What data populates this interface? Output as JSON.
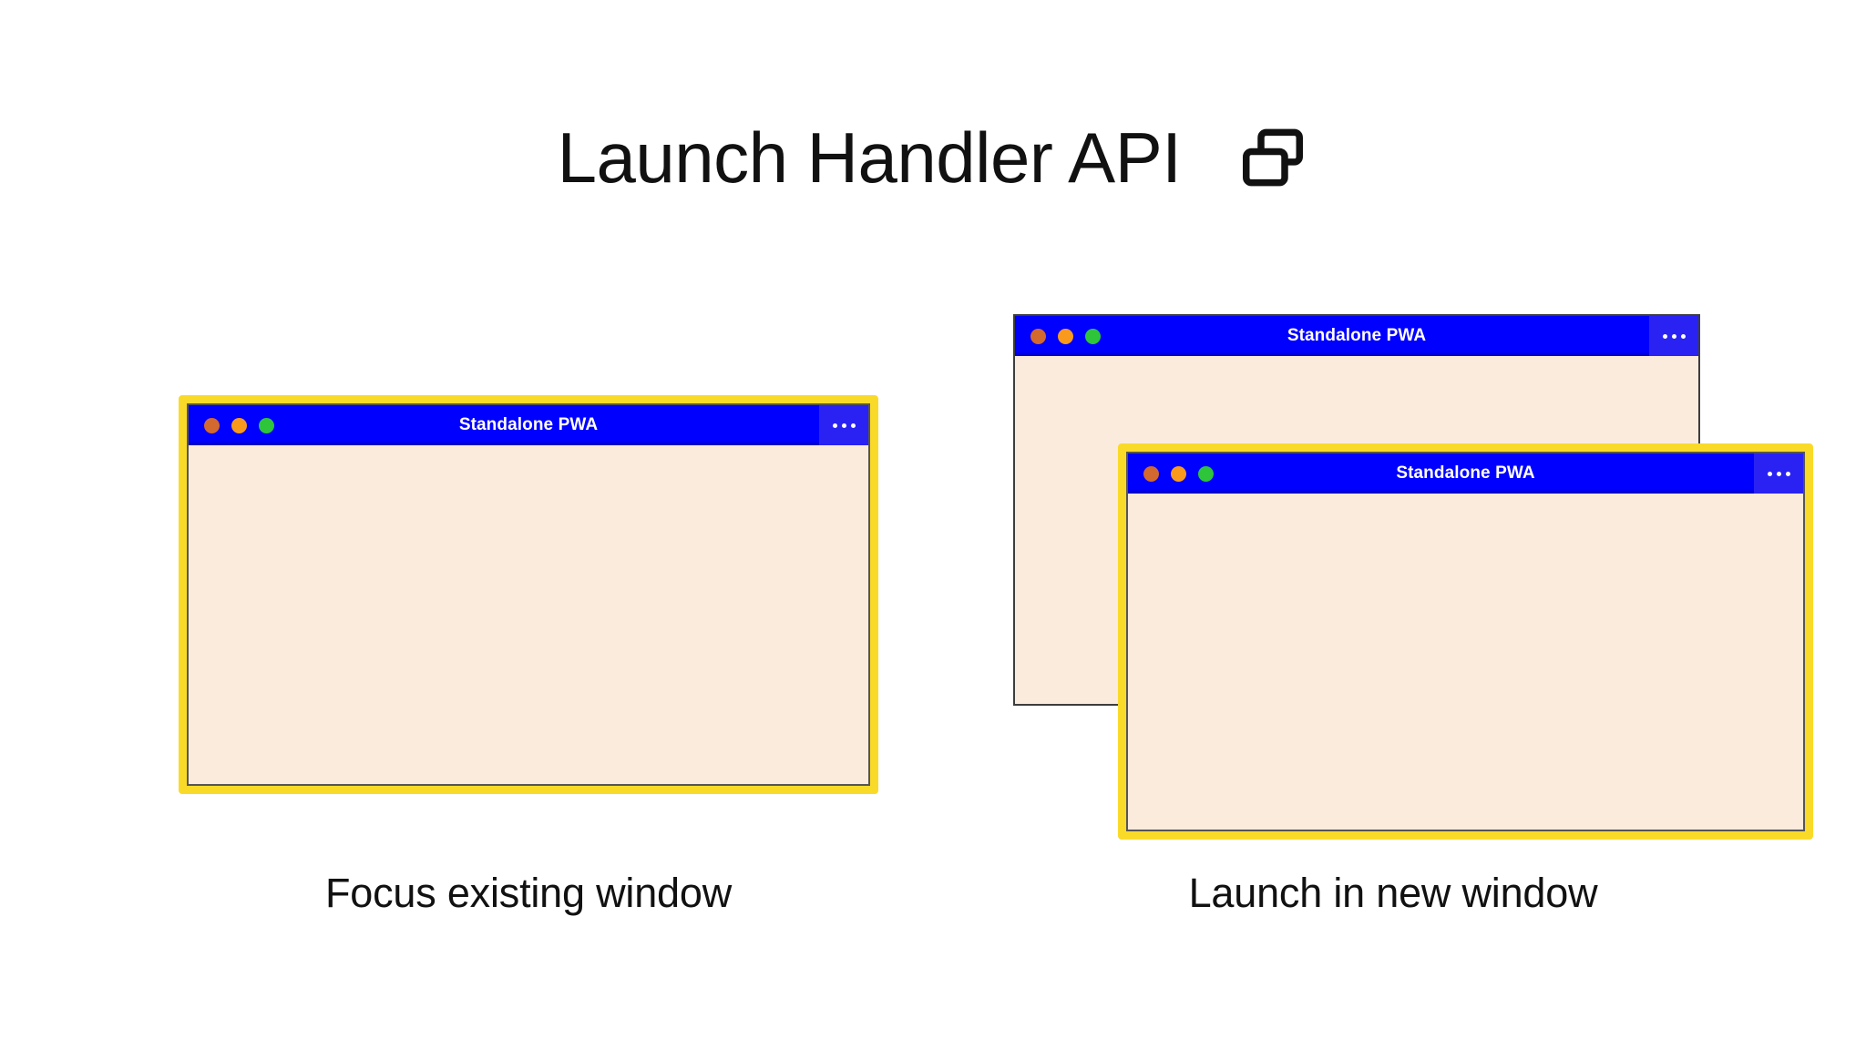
{
  "slide": {
    "title": "Launch Handler API",
    "title_icon": "multi-window-icon",
    "background_color": "#ffffff"
  },
  "theme": {
    "titlebar_blue": "#0000FF",
    "menu_blue": "#2A22F2",
    "window_body_cream": "#FAEBDC",
    "highlight_yellow": "#FADA28",
    "window_border_gray": "#3D3D3D",
    "text_black": "#111111",
    "dot_close": "#D2692E",
    "dot_minimize": "#F99A1C",
    "dot_maximize": "#2EC53A"
  },
  "windows": {
    "focus_existing": {
      "title": "Standalone PWA",
      "menu_label": "…",
      "highlighted": true
    },
    "new_window_back": {
      "title": "Standalone PWA",
      "menu_label": "…",
      "highlighted": false
    },
    "new_window_front": {
      "title": "Standalone PWA",
      "menu_label": "…",
      "highlighted": true
    }
  },
  "captions": {
    "left": "Focus existing window",
    "right": "Launch in new window"
  }
}
